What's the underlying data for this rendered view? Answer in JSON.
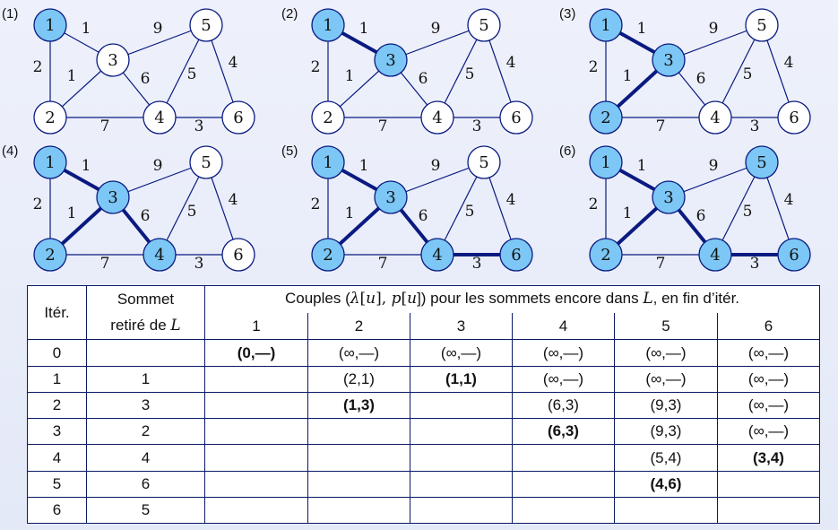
{
  "panels": [
    {
      "label": "(1)",
      "bold_edges": [],
      "filled_nodes": [
        "1"
      ]
    },
    {
      "label": "(2)",
      "bold_edges": [
        "1-3"
      ],
      "filled_nodes": [
        "1",
        "3"
      ]
    },
    {
      "label": "(3)",
      "bold_edges": [
        "1-3",
        "3-2"
      ],
      "filled_nodes": [
        "1",
        "3",
        "2"
      ]
    },
    {
      "label": "(4)",
      "bold_edges": [
        "1-3",
        "3-2",
        "3-4"
      ],
      "filled_nodes": [
        "1",
        "3",
        "2",
        "4"
      ]
    },
    {
      "label": "(5)",
      "bold_edges": [
        "1-3",
        "3-2",
        "3-4",
        "4-6"
      ],
      "filled_nodes": [
        "1",
        "3",
        "2",
        "4",
        "6"
      ]
    },
    {
      "label": "(6)",
      "bold_edges": [
        "1-3",
        "3-2",
        "3-4",
        "4-6",
        "6-5"
      ],
      "filled_nodes": [
        "1",
        "3",
        "2",
        "4",
        "6",
        "5"
      ]
    }
  ],
  "graph": {
    "nodes": [
      "1",
      "2",
      "3",
      "4",
      "5",
      "6"
    ],
    "edges": [
      {
        "id": "1-3",
        "u": "1",
        "v": "3",
        "w": "1"
      },
      {
        "id": "1-2",
        "u": "1",
        "v": "2",
        "w": "2"
      },
      {
        "id": "3-2",
        "u": "3",
        "v": "2",
        "w": "1"
      },
      {
        "id": "3-5",
        "u": "3",
        "v": "5",
        "w": "9"
      },
      {
        "id": "3-4",
        "u": "3",
        "v": "4",
        "w": "6"
      },
      {
        "id": "2-4",
        "u": "2",
        "v": "4",
        "w": "7"
      },
      {
        "id": "4-5",
        "u": "4",
        "v": "5",
        "w": "5"
      },
      {
        "id": "5-6",
        "u": "5",
        "v": "6",
        "w": "4"
      },
      {
        "id": "4-6",
        "u": "4",
        "v": "6",
        "w": "3"
      }
    ]
  },
  "table": {
    "col_iter": "Itér.",
    "col_sommet_1": "Sommet",
    "col_sommet_2": "retiré de",
    "col_sommet_var": "L",
    "couples_1": "Couples (",
    "couples_lambda": "λ",
    "couples_br1": "[",
    "couples_u1": "u",
    "couples_mid": "], ",
    "couples_p": "p",
    "couples_br2": "[",
    "couples_u2": "u",
    "couples_2": "]) pour les sommets encore dans ",
    "couples_L": "L",
    "couples_3": ", en fin d’itér.",
    "vertex_cols": [
      "1",
      "2",
      "3",
      "4",
      "5",
      "6"
    ],
    "rows": [
      {
        "iter": "0",
        "removed": "",
        "cells": [
          "(0,—)",
          "(∞,—)",
          "(∞,—)",
          "(∞,—)",
          "(∞,—)",
          "(∞,—)"
        ],
        "bold": [
          0
        ]
      },
      {
        "iter": "1",
        "removed": "1",
        "cells": [
          "",
          "(2,1)",
          "(1,1)",
          "(∞,—)",
          "(∞,—)",
          "(∞,—)"
        ],
        "bold": [
          2
        ]
      },
      {
        "iter": "2",
        "removed": "3",
        "cells": [
          "",
          "(1,3)",
          "",
          "(6,3)",
          "(9,3)",
          "(∞,—)"
        ],
        "bold": [
          1
        ]
      },
      {
        "iter": "3",
        "removed": "2",
        "cells": [
          "",
          "",
          "",
          "(6,3)",
          "(9,3)",
          "(∞,—)"
        ],
        "bold": [
          3
        ]
      },
      {
        "iter": "4",
        "removed": "4",
        "cells": [
          "",
          "",
          "",
          "",
          "(5,4)",
          "(3,4)"
        ],
        "bold": [
          5
        ]
      },
      {
        "iter": "5",
        "removed": "6",
        "cells": [
          "",
          "",
          "",
          "",
          "(4,6)",
          ""
        ],
        "bold": [
          4
        ]
      },
      {
        "iter": "6",
        "removed": "5",
        "cells": [
          "",
          "",
          "",
          "",
          "",
          ""
        ],
        "bold": []
      }
    ]
  },
  "colors": {
    "edge": "#0a1a80",
    "node_fill": "#7cc7f5",
    "node_stroke": "#0a1a80",
    "bg": "#e8ecf9"
  }
}
